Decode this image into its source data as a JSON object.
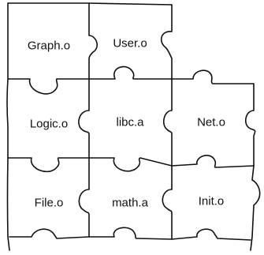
{
  "colors": {
    "line": "#111111",
    "background": "#ffffff"
  },
  "pieces": [
    {
      "label": "Graph.o"
    },
    {
      "label": "User.o"
    },
    {
      "label": "Logic.o"
    },
    {
      "label": "libc.a"
    },
    {
      "label": "Net.o"
    },
    {
      "label": "File.o"
    },
    {
      "label": "math.a"
    },
    {
      "label": "Init.o"
    }
  ]
}
